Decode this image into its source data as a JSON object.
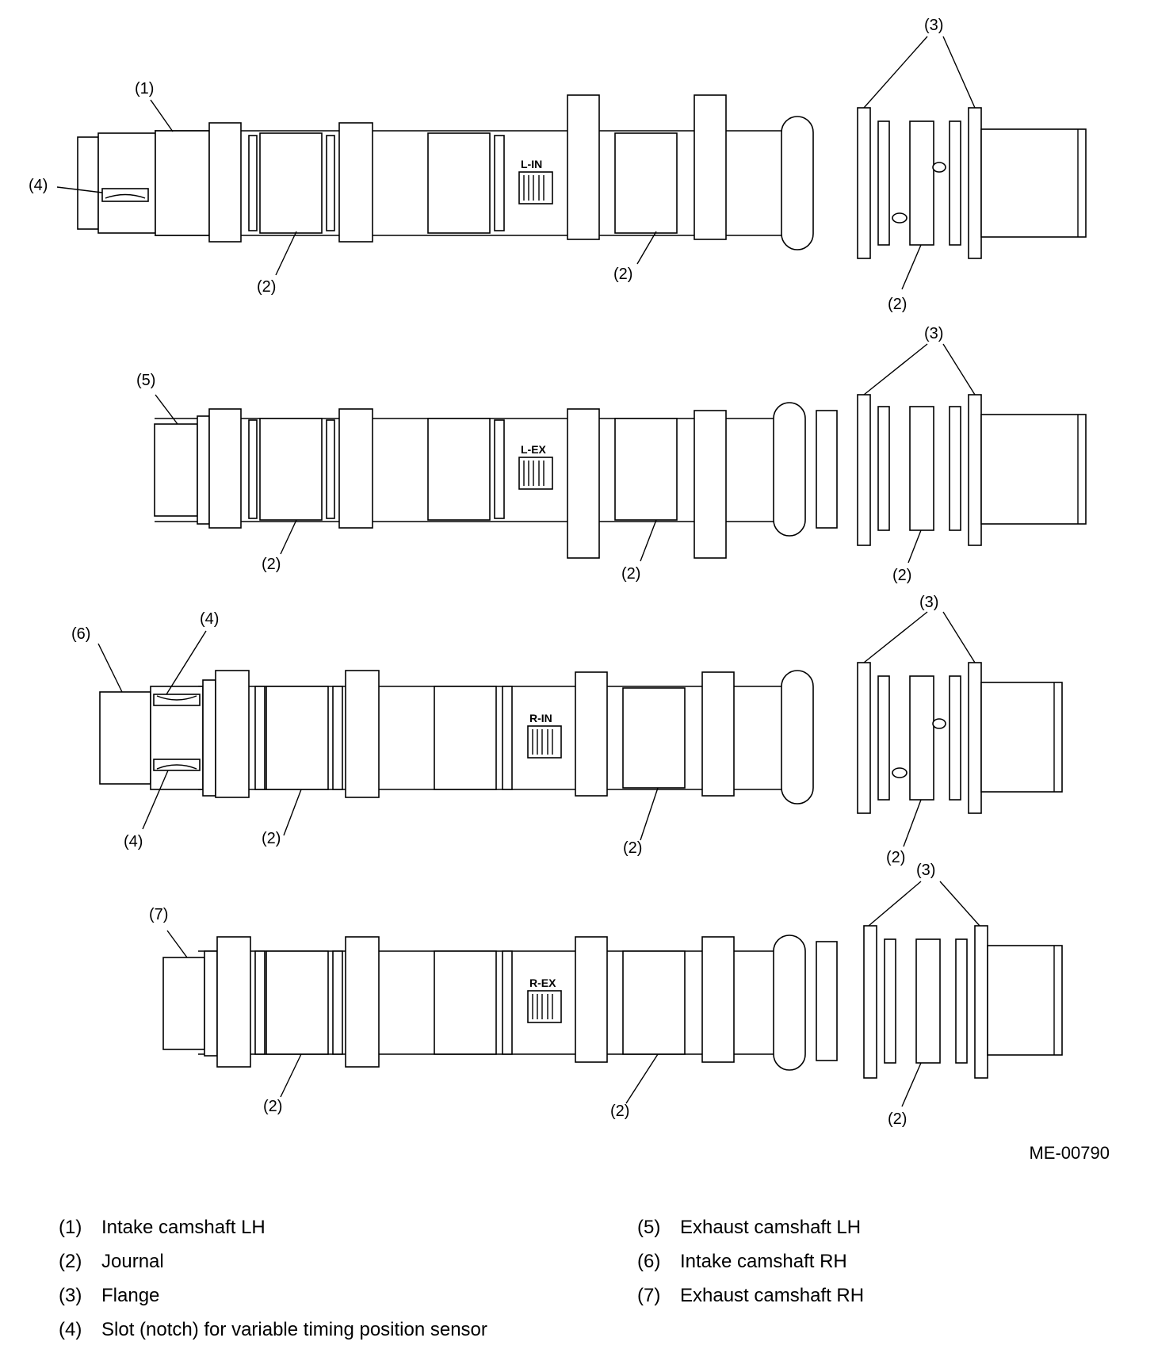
{
  "callouts": {
    "c1": "(1)",
    "c2": "(2)",
    "c3": "(3)",
    "c4": "(4)",
    "c5": "(5)",
    "c6": "(6)",
    "c7": "(7)"
  },
  "shaft_labels": [
    "L-IN",
    "L-EX",
    "R-IN",
    "R-EX"
  ],
  "figure_code": "ME-00790",
  "legend": {
    "left": [
      {
        "num": "(1)",
        "text": "Intake camshaft LH"
      },
      {
        "num": "(2)",
        "text": "Journal"
      },
      {
        "num": "(3)",
        "text": "Flange"
      },
      {
        "num": "(4)",
        "text": "Slot (notch) for variable timing position sensor"
      }
    ],
    "right": [
      {
        "num": "(5)",
        "text": "Exhaust camshaft LH"
      },
      {
        "num": "(6)",
        "text": "Intake camshaft RH"
      },
      {
        "num": "(7)",
        "text": "Exhaust camshaft RH"
      }
    ]
  }
}
